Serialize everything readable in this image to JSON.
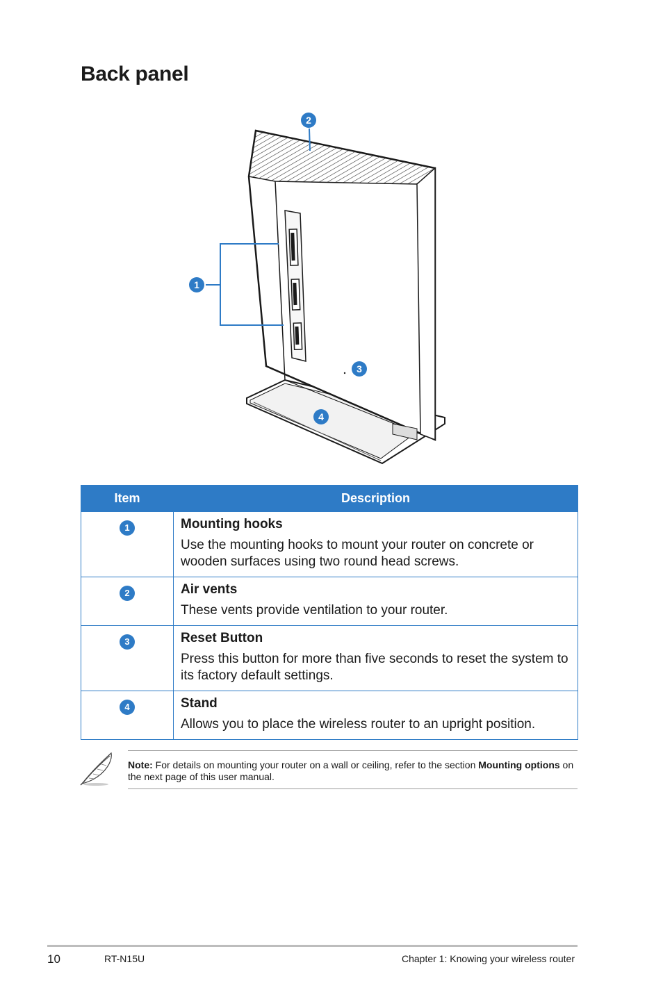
{
  "page": {
    "title": "Back panel"
  },
  "figure": {
    "callouts": [
      "1",
      "2",
      "3",
      "4"
    ]
  },
  "table": {
    "headers": {
      "item": "Item",
      "description": "Description"
    },
    "rows": [
      {
        "item": "1",
        "title": "Mounting hooks",
        "text": "Use the mounting hooks to mount your router on concrete or wooden surfaces using two round head screws."
      },
      {
        "item": "2",
        "title": "Air vents",
        "text": "These vents provide ventilation to your router."
      },
      {
        "item": "3",
        "title": "Reset Button",
        "text": "Press this button for more than five seconds to reset the system to its factory default settings."
      },
      {
        "item": "4",
        "title": "Stand",
        "text": "Allows you to place the wireless router to an upright position."
      }
    ]
  },
  "note": {
    "label": "Note:",
    "text_before": " For details on mounting your router on a wall or ceiling, refer to the section ",
    "link_text": "Mounting options",
    "text_after": " on the next page of this user manual.",
    "icon": "feather-pen-icon"
  },
  "footer": {
    "page_number": "10",
    "model": "RT-N15U",
    "chapter": "Chapter 1: Knowing your wireless router"
  },
  "colors": {
    "accent": "#2e7bc6"
  }
}
